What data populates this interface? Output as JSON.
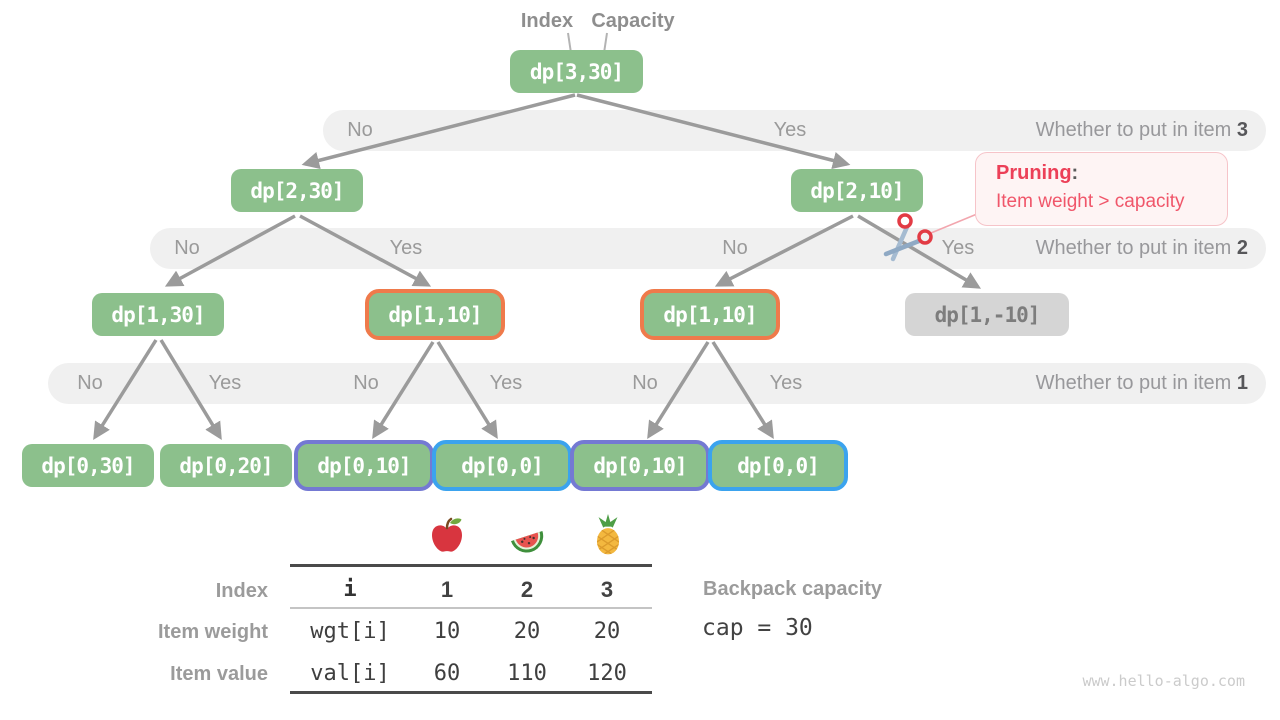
{
  "header": {
    "index_label": "Index",
    "capacity_label": "Capacity"
  },
  "bands": {
    "b1": {
      "no1": "No",
      "yes1": "Yes",
      "question": "Whether to put in item ",
      "item": "3"
    },
    "b2": {
      "no1": "No",
      "yes1": "Yes",
      "no2": "No",
      "yes2": "Yes",
      "question": "Whether to put in item ",
      "item": "2"
    },
    "b3": {
      "no1": "No",
      "yes1": "Yes",
      "no2": "No",
      "yes2": "Yes",
      "no3": "No",
      "yes3": "Yes",
      "question": "Whether to put in item ",
      "item": "1"
    }
  },
  "nodes": {
    "root": "dp[3,30]",
    "l1a": "dp[2,30]",
    "l1b": "dp[2,10]",
    "l2a": "dp[1,30]",
    "l2b": "dp[1,10]",
    "l2c": "dp[1,10]",
    "l2d": "dp[1,-10]",
    "l3a": "dp[0,30]",
    "l3b": "dp[0,20]",
    "l3c": "dp[0,10]",
    "l3d": "dp[0,0]",
    "l3e": "dp[0,10]",
    "l3f": "dp[0,0]"
  },
  "pruning": {
    "title": "Pruning",
    "colon": ":",
    "text": "Item weight > capacity"
  },
  "icons": [
    "scissors-icon",
    "apple-icon",
    "watermelon-icon",
    "pineapple-icon"
  ],
  "table": {
    "fruits": [
      "apple",
      "watermelon",
      "pineapple"
    ],
    "row_labels": {
      "index": "Index",
      "weight": "Item weight",
      "value": "Item value"
    },
    "index_row": {
      "var": "i",
      "c1": "1",
      "c2": "2",
      "c3": "3"
    },
    "weight_row": {
      "var": "wgt[i]",
      "c1": "10",
      "c2": "20",
      "c3": "20"
    },
    "value_row": {
      "var": "val[i]",
      "c1": "60",
      "c2": "110",
      "c3": "120"
    }
  },
  "capacity": {
    "label": "Backpack capacity",
    "code": "cap = 30"
  },
  "watermark": "www.hello-algo.com",
  "colors": {
    "node_green": "#8cc08c",
    "node_gray": "#d5d5d5",
    "band_gray": "#f0f0f0",
    "border_orange": "#ef7a4b",
    "border_purple": "#7479d3",
    "border_blue": "#3ba3ee",
    "pruning_red": "#ec4058",
    "arrow_gray": "#9b9b9b"
  }
}
